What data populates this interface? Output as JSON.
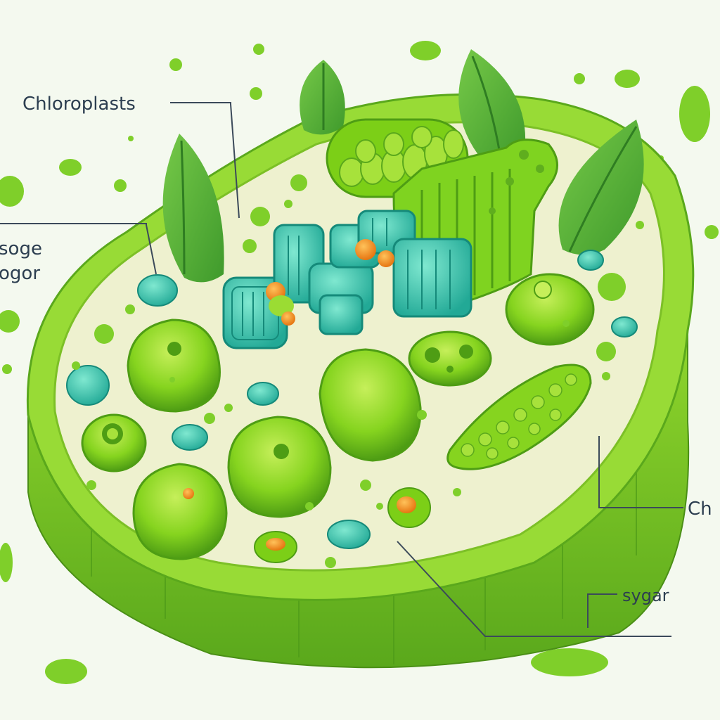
{
  "labels": {
    "chloroplasts": "Chloroplasts",
    "left_line1": "soge",
    "left_line2": "ogor",
    "right": "Ch",
    "sugar": "sygar"
  },
  "colors": {
    "background": "#f4f9ef",
    "wall_bright": "#8ed32a",
    "wall_dark": "#5fae1e",
    "cytoplasm": "#eef1cf",
    "organelle": "#7ccf17",
    "organelle_inner": "#a7e23b",
    "thylakoid_teal": "#2fbfa8",
    "accent_orange": "#f08a1c",
    "leaf": "#59b33a",
    "label_text": "#2c3e50"
  },
  "icons": [
    "leaf-icon",
    "chloroplast-icon",
    "mitochondrion-icon",
    "vacuole-icon"
  ]
}
